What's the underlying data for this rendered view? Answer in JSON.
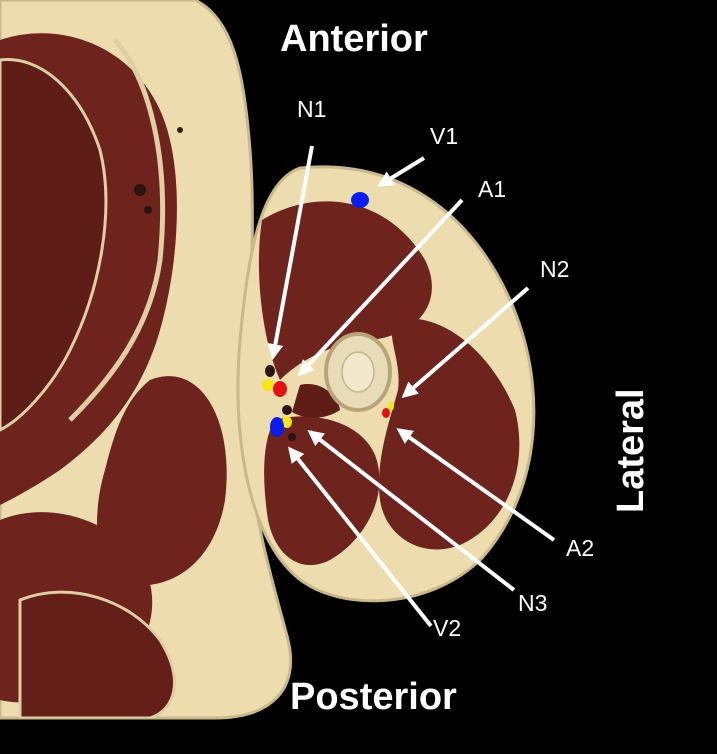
{
  "orientation": {
    "anterior": "Anterior",
    "posterior": "Posterior",
    "lateral": "Lateral"
  },
  "structures": {
    "n1": "N1",
    "v1": "V1",
    "a1": "A1",
    "n2": "N2",
    "a2": "A2",
    "n3": "N3",
    "v2": "V2"
  },
  "colors": {
    "background": "#000000",
    "text": "#ffffff",
    "vein": "#0a1cf0",
    "artery": "#e60f14",
    "nerve": "#f5e614",
    "muscle": "#6e231c",
    "fat": "#ecdcae",
    "bone": "#e8dcb8"
  }
}
